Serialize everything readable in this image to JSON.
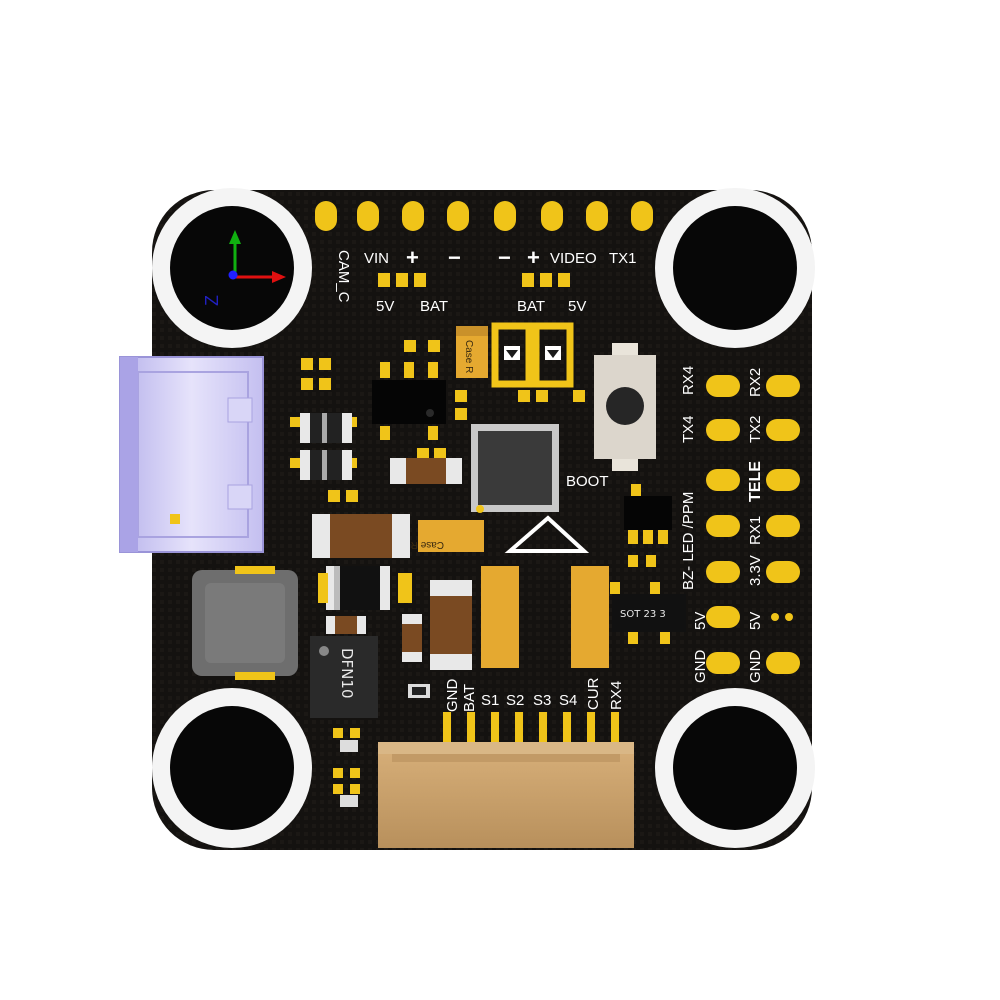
{
  "colors": {
    "board": "#141210",
    "pad": "#f0c419",
    "usb": "#ccc8f2",
    "connector": "#c9a06a",
    "inductor": "#6e6e6e"
  },
  "icons": [
    "axis-triad-icon",
    "boot-triangle-icon"
  ],
  "axis": {
    "z": "Z"
  },
  "top_labels": {
    "cam_c": "CAM_C",
    "vin": "VIN",
    "plus_left": "+",
    "minus_left": "−",
    "minus_right": "−",
    "plus_right": "+",
    "video": "VIDEO",
    "tx1": "TX1"
  },
  "jumper_labels": {
    "v5_left": "5V",
    "bat_left": "BAT",
    "bat_right": "BAT",
    "v5_right": "5V"
  },
  "components": {
    "case_r_top": "Case R",
    "case_r_mid": "Case R",
    "boot": "BOOT",
    "dfn10": "DFN10",
    "sot23": "SOT 23 3"
  },
  "right_inner": {
    "bz_led_ppm": "BZ- LED /PPM",
    "v5": "5V",
    "gnd": "GND"
  },
  "right_outer": {
    "rx4": "RX4",
    "tx4": "TX4",
    "rx2": "RX2",
    "tx2": "TX2",
    "tele": "TELE",
    "rx1": "RX1",
    "v33": "3.3V",
    "v5": "5V",
    "gnd": "GND"
  },
  "bottom_labels": {
    "gnd": "GND",
    "bat": "BAT",
    "s1": "S1",
    "s2": "S2",
    "s3": "S3",
    "s4": "S4",
    "cur": "CUR",
    "rx4": "RX4"
  }
}
